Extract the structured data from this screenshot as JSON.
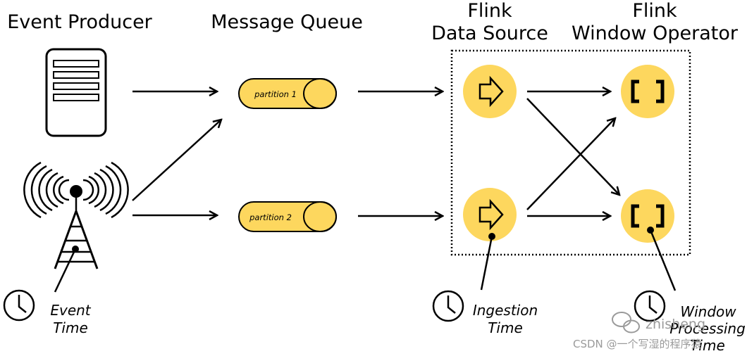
{
  "headings": {
    "event_producer": "Event Producer",
    "message_queue": "Message Queue",
    "flink_source_line1": "Flink",
    "flink_source_line2": "Data Source",
    "flink_window_line1": "Flink",
    "flink_window_line2": "Window Operator"
  },
  "partitions": [
    "partition 1",
    "partition 2"
  ],
  "time_labels": {
    "event_time": [
      "Event",
      "Time"
    ],
    "ingestion_time": [
      "Ingestion",
      "Time"
    ],
    "processing_time": [
      "Window",
      "Processing",
      "Time"
    ]
  },
  "watermark": {
    "brand": "zhisheng",
    "credit": "CSDN @一个写湿的程序猿"
  },
  "colors": {
    "accent_yellow": "#fdd75e",
    "stroke": "#000000",
    "watermark": "#9a9a9a"
  },
  "icons": [
    "server-icon",
    "antenna-icon",
    "clock-icon",
    "arrow-right-icon",
    "window-bracket-icon",
    "wechat-icon"
  ]
}
